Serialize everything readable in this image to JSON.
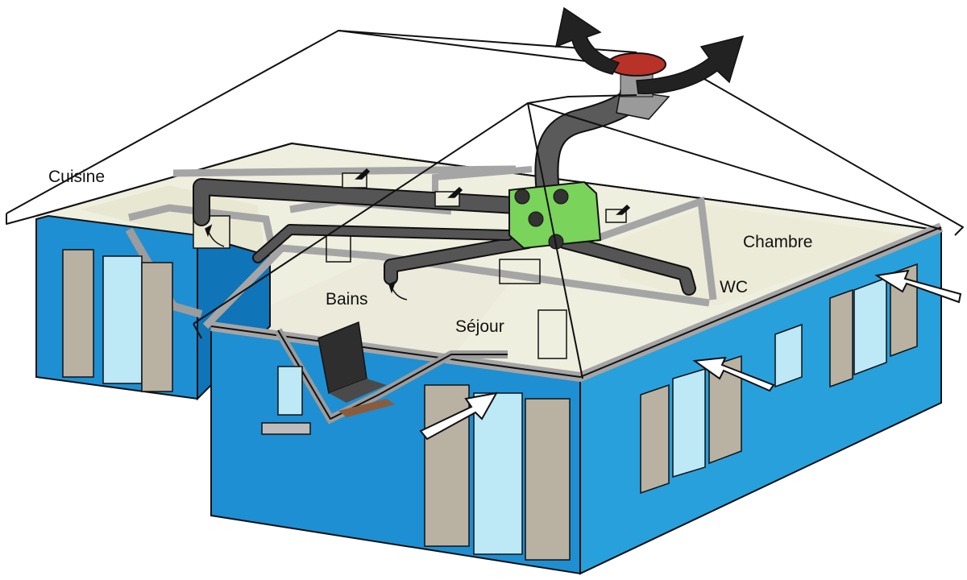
{
  "labels": {
    "cuisine": "Cuisine",
    "chambre": "Chambre",
    "bains": "Bains",
    "sejour": "Séjour",
    "wc": "WC"
  },
  "colors": {
    "wall_blue": "#1e8fd2",
    "wall_blue_dark": "#0f74b8",
    "wall_top": "#c9c9c9",
    "floor": "#efefdf",
    "shutter": "#b9b1a2",
    "window_glass": "#bde8f5",
    "duct": "#3b3b3b",
    "vmc_unit": "#7ad35a",
    "roof_cap": "#b83228",
    "arrow_exhaust": "#222222",
    "arrow_intake": "#ffffff"
  },
  "icons": {
    "exhaust": "curved-exhaust-arrow-icon",
    "intake": "fresh-air-intake-arrow-icon",
    "extract_vent": "extract-vent-icon"
  }
}
